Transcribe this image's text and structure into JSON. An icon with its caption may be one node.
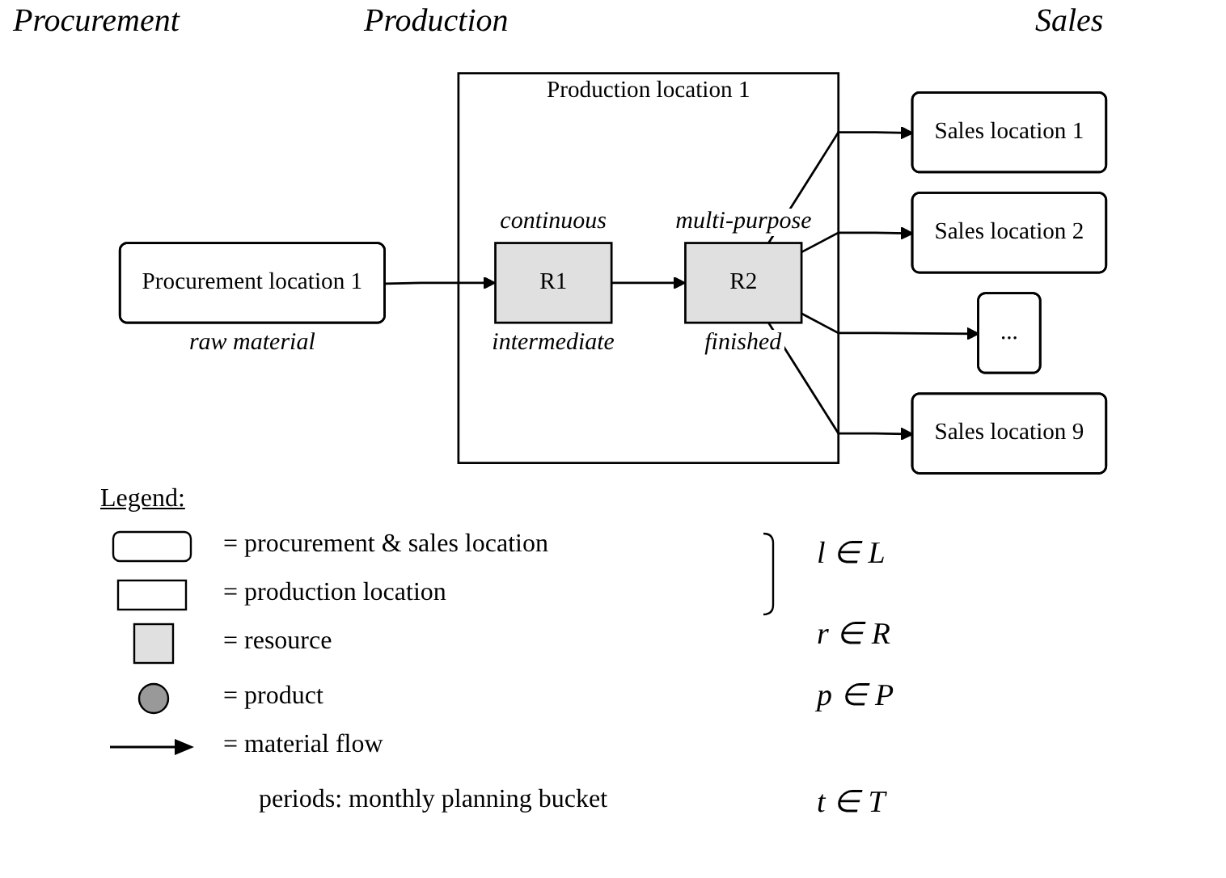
{
  "diagram": {
    "nodes": [
      {
        "text": [
          "Procurement location 1"
        ],
        "beside": [
          "raw material"
        ]
      },
      {
        "text": [
          "Production location 1"
        ]
      },
      {
        "text": [
          "R1"
        ],
        "in": 1,
        "beside": [
          "continuous",
          "intermediate"
        ]
      },
      {
        "text": [
          "R2"
        ],
        "in": 1,
        "beside": [
          "multi-purpose",
          "finished"
        ]
      },
      {
        "text": [
          "Sales location 1"
        ]
      },
      {
        "text": [
          "Sales location 2"
        ]
      },
      {
        "text": [
          "..."
        ]
      },
      {
        "text": [
          "Sales location 9"
        ]
      }
    ],
    "edges": [
      {
        "from": 0,
        "to": 2,
        "arrow": "to"
      },
      {
        "from": 2,
        "to": 3,
        "arrow": "to"
      },
      {
        "from": 3,
        "to": 4,
        "arrow": "to"
      },
      {
        "from": 3,
        "to": 5,
        "arrow": "to"
      },
      {
        "from": 3,
        "to": 6,
        "arrow": "to"
      },
      {
        "from": 3,
        "to": 7,
        "arrow": "to"
      }
    ],
    "labels": [
      "Procurement",
      "Production",
      "Sales",
      "Legend:",
      "l ∈ L",
      "r ∈ R",
      "p ∈ P",
      "periods: monthly planning bucket",
      "t ∈ T"
    ],
    "legend": [
      {
        "text": "= procurement & sales location"
      },
      {
        "text": "= production location"
      },
      {
        "text": "= resource"
      },
      {
        "text": "= product"
      },
      {
        "text": "= material flow"
      }
    ]
  }
}
